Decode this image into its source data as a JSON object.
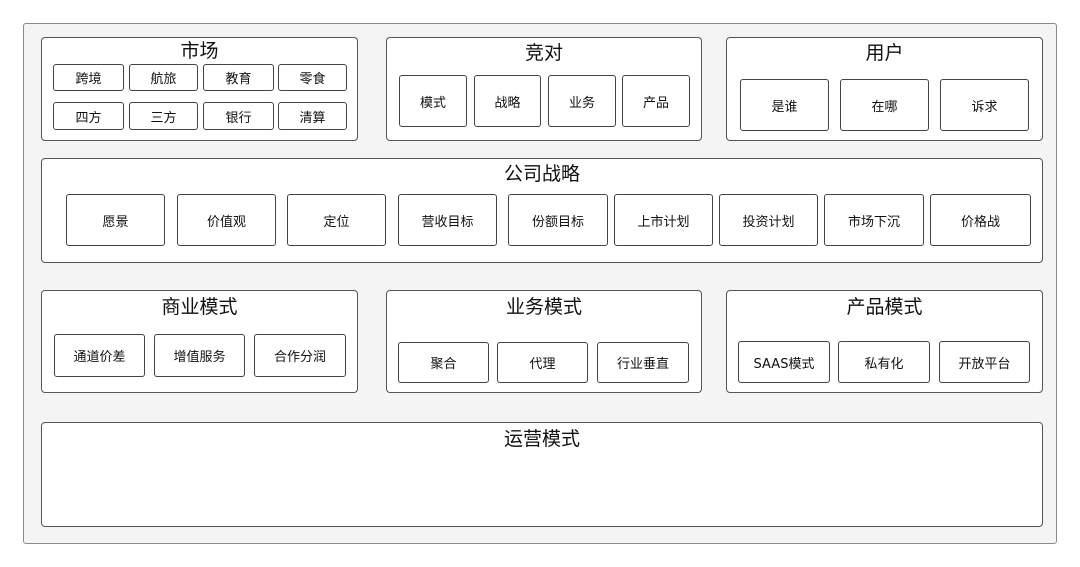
{
  "market": {
    "title": "市场",
    "items": [
      "跨境",
      "航旅",
      "教育",
      "零食",
      "四方",
      "三方",
      "银行",
      "清算"
    ]
  },
  "competitor": {
    "title": "竞对",
    "items": [
      "模式",
      "战略",
      "业务",
      "产品"
    ]
  },
  "user": {
    "title": "用户",
    "items": [
      "是谁",
      "在哪",
      "诉求"
    ]
  },
  "strategy": {
    "title": "公司战略",
    "items": [
      "愿景",
      "价值观",
      "定位",
      "营收目标",
      "份额目标",
      "上市计划",
      "投资计划",
      "市场下沉",
      "价格战"
    ]
  },
  "business_model": {
    "title": "商业模式",
    "items": [
      "通道价差",
      "增值服务",
      "合作分润"
    ]
  },
  "service_model": {
    "title": "业务模式",
    "items": [
      "聚合",
      "代理",
      "行业垂直"
    ]
  },
  "product_model": {
    "title": "产品模式",
    "items": [
      "SAAS模式",
      "私有化",
      "开放平台"
    ]
  },
  "operation_model": {
    "title": "运营模式"
  }
}
